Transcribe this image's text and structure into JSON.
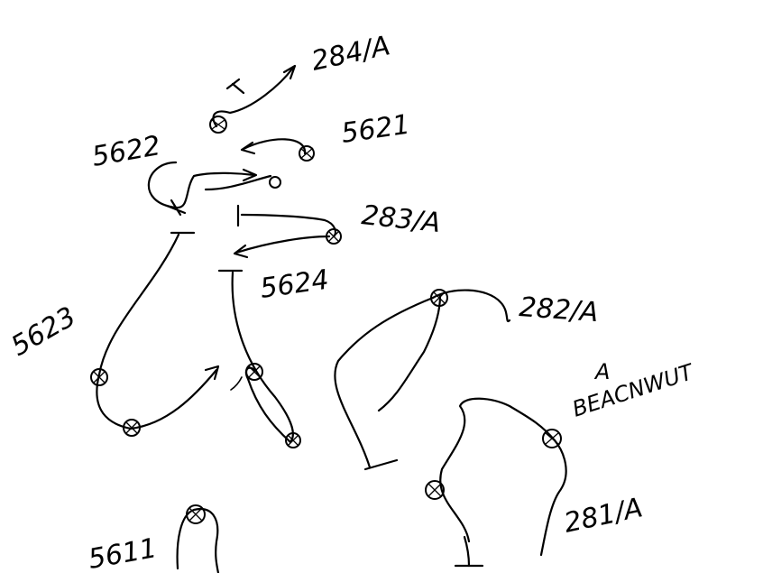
{
  "labels": {
    "l284a": "284/A",
    "l5621": "5621",
    "l5622": "5622",
    "l283a": "283/A",
    "l5624": "5624",
    "l282a": "282/A",
    "l5623": "5623",
    "beacon_a": "A",
    "beacon": "BEACNWUT",
    "l281a": "281/A",
    "l5611": "5611"
  },
  "colors": {
    "ink": "#000000",
    "paper": "#ffffff"
  }
}
